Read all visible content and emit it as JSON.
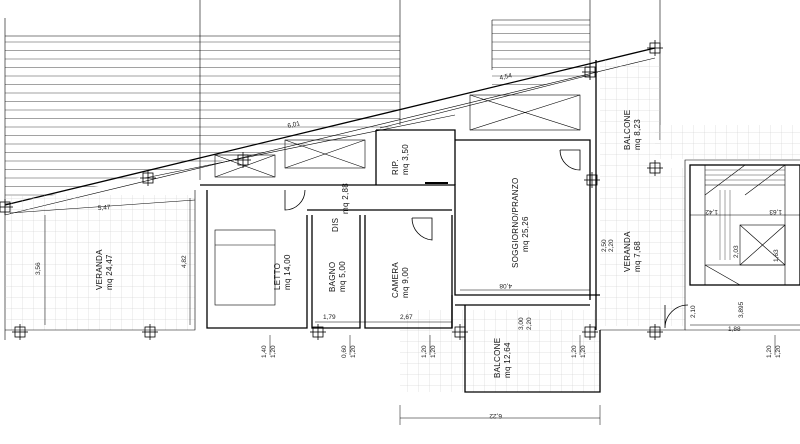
{
  "rooms": {
    "veranda_left": {
      "name": "VERANDA",
      "area": "mq 24,47"
    },
    "letto": {
      "name": "LETTO",
      "area": "mq 14,00"
    },
    "dis": {
      "name": "DIS",
      "area": "mq 2,88"
    },
    "bagno": {
      "name": "BAGNO",
      "area": "mq 5,00"
    },
    "rip": {
      "name": "RIP.",
      "area": "mq 3,50"
    },
    "camera": {
      "name": "CAMERA",
      "area": "mq 9,00"
    },
    "soggiorno": {
      "name": "SOGGIORNO/PRANZO",
      "area": "mq 25,26"
    },
    "balcone_top": {
      "name": "BALCONE",
      "area": "mq 8,23"
    },
    "veranda_right": {
      "name": "VERANDA",
      "area": "mq 7,68"
    },
    "balcone_bottom": {
      "name": "BALCONE",
      "area": "mq 12,64"
    }
  },
  "dimensions": {
    "d_454": "4,54",
    "d_601": "6,01",
    "d_547": "5,47",
    "d_356": "3,56",
    "d_482": "4,82",
    "d_179": "1,79",
    "d_267": "2,67",
    "d_408": "4,08",
    "d_300": "3,00",
    "d_220a": "2,20",
    "d_250": "2,50",
    "d_220b": "2,20",
    "d_142": "1,42",
    "d_163a": "1,63",
    "d_203": "2,03",
    "d_163b": "1,63",
    "d_895": "3,895",
    "d_210": "2,10",
    "d_188": "1,88",
    "d_622": "6,22",
    "w_140_120": [
      "1,40",
      "1,20"
    ],
    "w_060_120": [
      "0,60",
      "1,20"
    ],
    "w_120_120a": [
      "1,20",
      "1,20"
    ],
    "w_120_120b": [
      "1,20",
      "1,20"
    ],
    "w_120_120c": [
      "1,20",
      "1,20"
    ]
  }
}
